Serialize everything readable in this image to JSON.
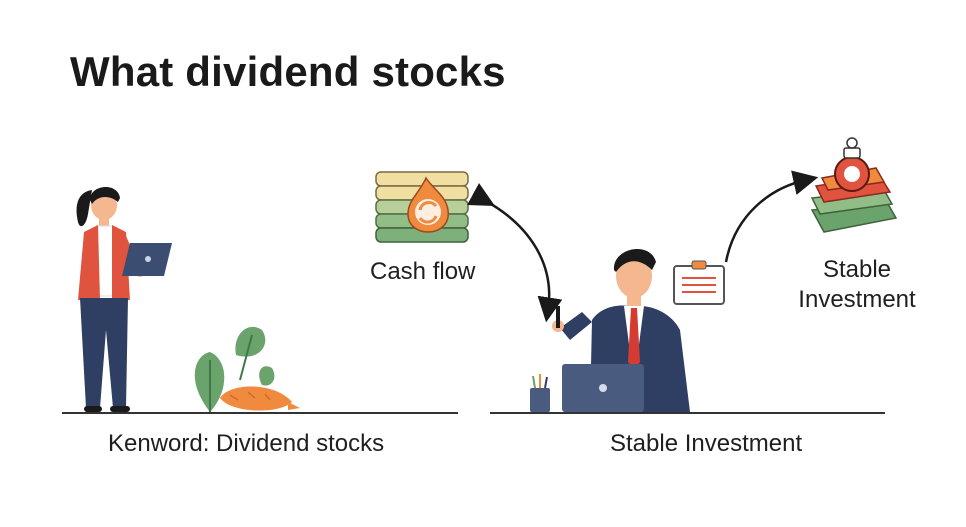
{
  "title": "What dividend stocks",
  "labels": {
    "cash_flow": "Cash flow",
    "stable_investment_top_line1": "Stable",
    "stable_investment_top_line2": "Investment",
    "left_caption": "Kenword: Dividend stocks",
    "right_caption": "Stable Investment"
  },
  "colors": {
    "red_jacket": "#e0533f",
    "navy": "#2f3f63",
    "orange": "#f08a3e",
    "green": "#6aa36b",
    "cream": "#f1dea1"
  }
}
